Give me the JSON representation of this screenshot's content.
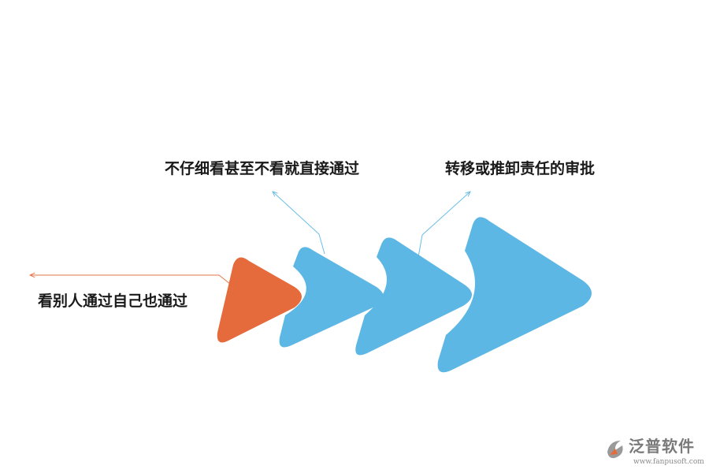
{
  "labels": {
    "left": "看别人通过自己也通过",
    "middle": "不仔细看甚至不看就直接通过",
    "right": "转移或推卸责任的审批"
  },
  "logo": {
    "name": "泛普软件",
    "url": "www.fanpusoft.com"
  },
  "colors": {
    "orange": "#E66B3C",
    "blue": "#5DB7E5",
    "arrow_orange": "#E6754A",
    "arrow_blue": "#6BBDE6"
  }
}
